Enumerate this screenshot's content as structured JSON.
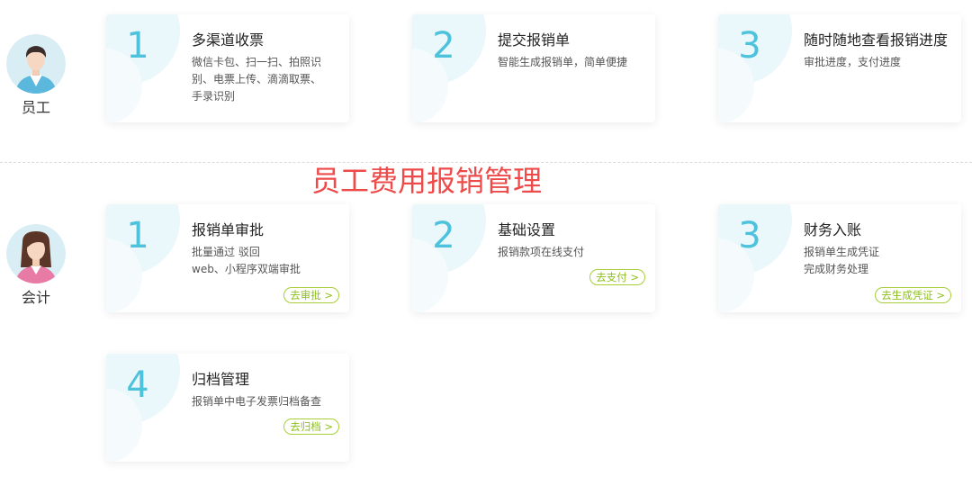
{
  "heading": "员工费用报销管理",
  "colors": {
    "accent_number": "#4cc2dc",
    "action_green": "#8cbf1a",
    "heading_red": "#ee4a4a"
  },
  "employee": {
    "role_label": "员工",
    "cards": [
      {
        "number": "1",
        "title": "多渠道收票",
        "lines": [
          "微信卡包、扫一扫、拍照识",
          "别、电票上传、滴滴取票、",
          "手录识别"
        ]
      },
      {
        "number": "2",
        "title": "提交报销单",
        "lines": [
          "智能生成报销单，简单便捷"
        ]
      },
      {
        "number": "3",
        "title": "随时随地查看报销进度",
        "lines": [
          "审批进度，支付进度"
        ]
      }
    ]
  },
  "accountant": {
    "role_label": "会计",
    "cards": [
      {
        "number": "1",
        "title": "报销单审批",
        "lines": [
          "批量通过 驳回",
          "web、小程序双端审批"
        ],
        "action": "去审批 >"
      },
      {
        "number": "2",
        "title": "基础设置",
        "lines": [
          "报销款项在线支付"
        ],
        "action": "去支付 >"
      },
      {
        "number": "3",
        "title": "财务入账",
        "lines": [
          "报销单生成凭证",
          "完成财务处理"
        ],
        "action": "去生成凭证 >"
      },
      {
        "number": "4",
        "title": "归档管理",
        "lines": [
          "报销单中电子发票归档备查"
        ],
        "action": "去归档 >"
      }
    ]
  }
}
